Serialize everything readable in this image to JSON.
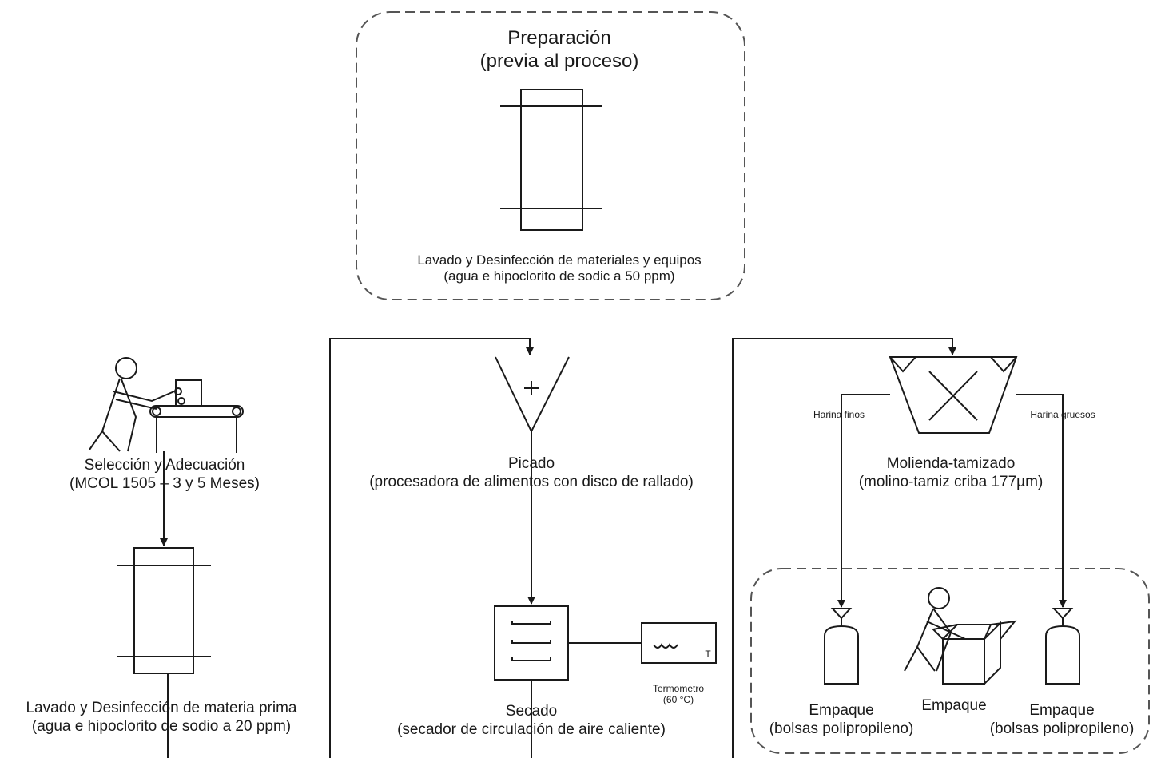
{
  "preparation": {
    "title": "Preparación",
    "subtitle": "(previa al proceso)",
    "step_label": "Lavado y Desinfección de materiales y equipos",
    "step_detail": "(agua e hipoclorito de sodic a 50 ppm)"
  },
  "selection": {
    "label": "Selección y Adecuación",
    "detail": "(MCOL 1505 –  3 y 5 Meses)"
  },
  "washing": {
    "label": "Lavado y Desinfección de materia prima",
    "detail": "(agua e hipoclorito de sodio a 20 ppm)"
  },
  "chopping": {
    "label": "Picado",
    "detail": "(procesadora de alimentos con disco de rallado)"
  },
  "drying": {
    "label": "Secado",
    "detail": "(secador de circulación de aire caliente)",
    "thermometer_label": "Termometro",
    "thermometer_temp": "(60 °C)",
    "thermometer_mark": "T"
  },
  "milling": {
    "label": "Molienda-tamizado",
    "detail": "(molino-tamiz criba 177µm)",
    "fine_output": "Harina finos",
    "coarse_output": "Harina gruesos"
  },
  "packaging": {
    "left_label": "Empaque",
    "left_detail": "(bolsas polipropileno)",
    "center_label": "Empaque",
    "right_label": "Empaque",
    "right_detail": "(bolsas polipropileno)"
  },
  "colors": {
    "line": "#1a1a1a",
    "dashed_border": "#555555",
    "background": "#ffffff"
  }
}
